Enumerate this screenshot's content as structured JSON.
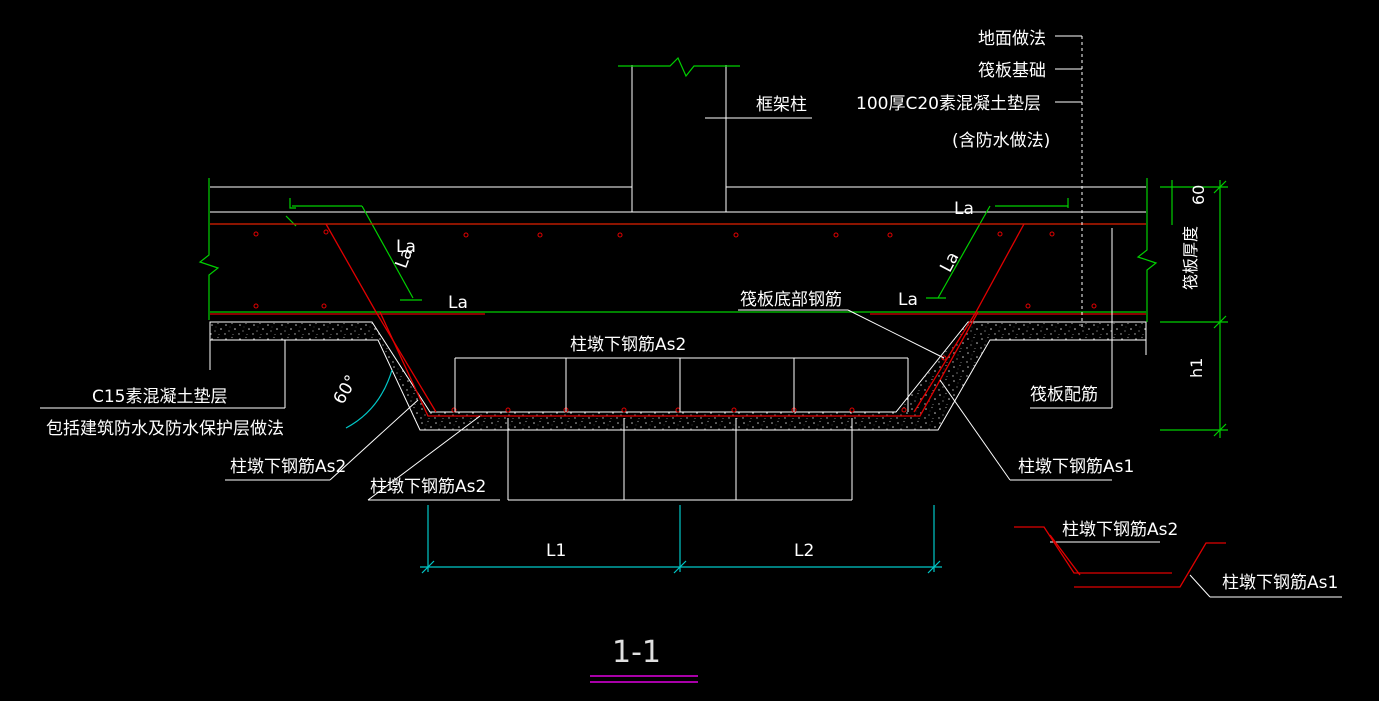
{
  "colors": {
    "background": "#000000",
    "outline": "#ffffff",
    "rebar": "#e00000",
    "green": "#00d000",
    "dimension": "#00c8c8",
    "title_underline": "#e000e0"
  },
  "labels": {
    "floor_method": "地面做法",
    "raft_foundation": "筏板基础",
    "cushion_c20": "100厚C20素混凝土垫层",
    "waterproof_incl": "(含防水做法)",
    "frame_column": "框架柱",
    "raft_thickness": "筏板厚度",
    "dim_60": "60",
    "dim_h1": "h1",
    "la_1": "La",
    "la_2": "La",
    "la_3": "La",
    "la_4": "La",
    "la_5": "La",
    "la_6": "La",
    "raft_bottom_rebar": "筏板底部钢筋",
    "pier_rebar_as2_top": "柱墩下钢筋As2",
    "angle_60": "60°",
    "c15_cushion": "C15素混凝土垫层",
    "waterproof_protect": "包括建筑防水及防水保护层做法",
    "pier_rebar_as2_left": "柱墩下钢筋As2",
    "pier_rebar_as2_bottom": "柱墩下钢筋As2",
    "raft_rebar": "筏板配筋",
    "pier_rebar_as1": "柱墩下钢筋As1",
    "dim_l1": "L1",
    "dim_l2": "L2",
    "legend_as2": "柱墩下钢筋As2",
    "legend_as1": "柱墩下钢筋As1",
    "section_title": "1-1"
  }
}
